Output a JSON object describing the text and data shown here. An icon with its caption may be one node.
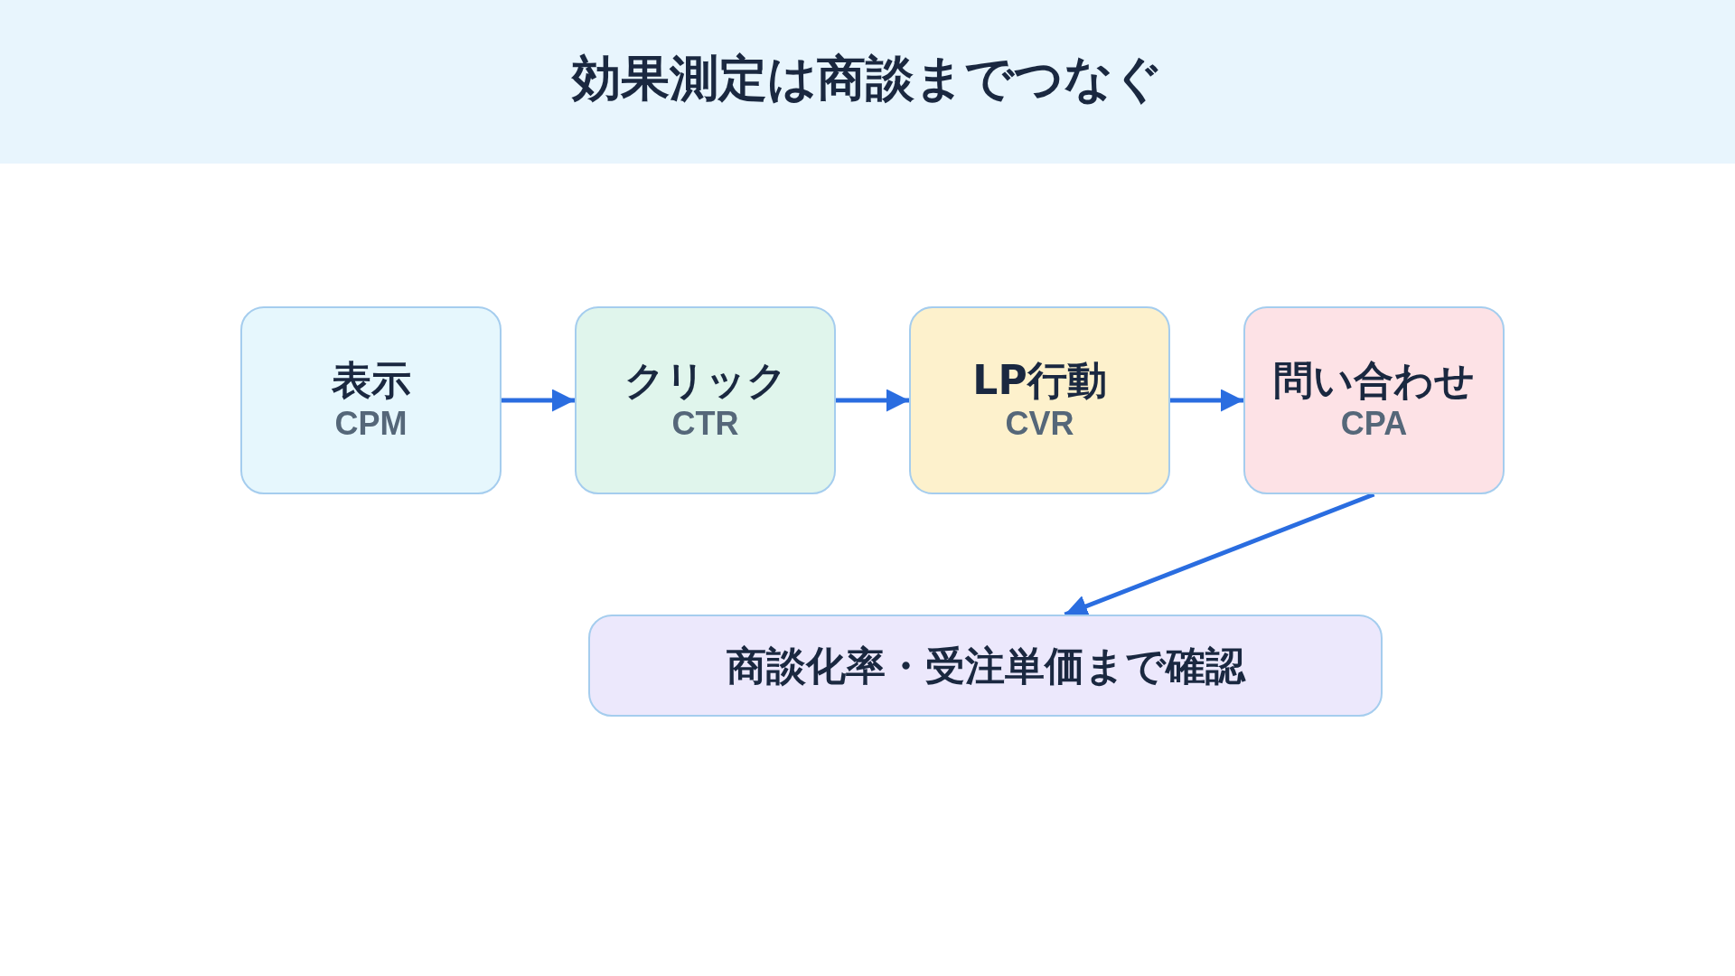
{
  "diagram": {
    "title": "効果測定は商談までつなぐ",
    "nodes": [
      {
        "text": [
          "表示",
          "CPM"
        ]
      },
      {
        "text": [
          "クリック",
          "CTR"
        ]
      },
      {
        "text": [
          "LP行動",
          "CVR"
        ]
      },
      {
        "text": [
          "問い合わせ",
          "CPA"
        ]
      },
      {
        "text": [
          "商談化率・受注単価まで確認"
        ]
      }
    ],
    "edges": [
      {
        "from": 0,
        "to": 1,
        "arrow": "to"
      },
      {
        "from": 1,
        "to": 2,
        "arrow": "to"
      },
      {
        "from": 2,
        "to": 3,
        "arrow": "to"
      },
      {
        "from": 3,
        "to": 4,
        "arrow": "to"
      }
    ]
  }
}
